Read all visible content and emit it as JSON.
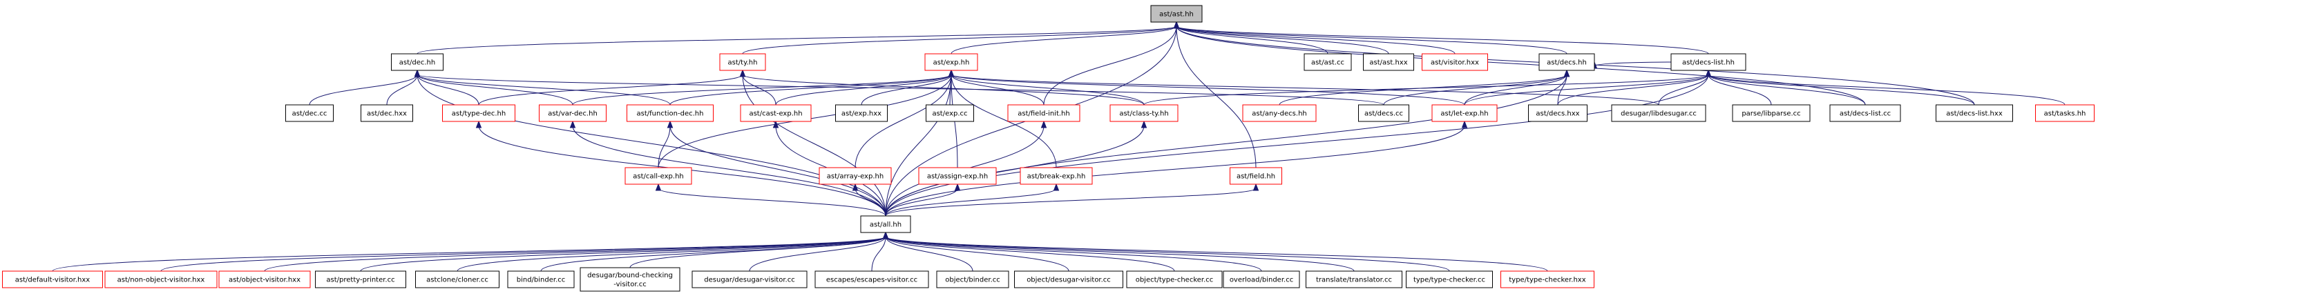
{
  "diagram": {
    "title": "",
    "colors": {
      "edge": "#191970",
      "red_border": "#ff0000",
      "black_border": "#000000",
      "root_fill": "#bfbfbf"
    },
    "nodes": [
      {
        "id": "ast_hh",
        "label": "ast/ast.hh",
        "border": "black",
        "root": true
      },
      {
        "id": "ast_cc",
        "label": "ast/ast.cc",
        "border": "black"
      },
      {
        "id": "ast_hxx",
        "label": "ast/ast.hxx",
        "border": "black"
      },
      {
        "id": "visitor_hxx",
        "label": "ast/visitor.hxx",
        "border": "red"
      },
      {
        "id": "dec_hh",
        "label": "ast/dec.hh",
        "border": "black"
      },
      {
        "id": "ty_hh",
        "label": "ast/ty.hh",
        "border": "red"
      },
      {
        "id": "exp_hh",
        "label": "ast/exp.hh",
        "border": "red"
      },
      {
        "id": "decs_hh",
        "label": "ast/decs.hh",
        "border": "black"
      },
      {
        "id": "decs_list_hh",
        "label": "ast/decs-list.hh",
        "border": "black"
      },
      {
        "id": "dec_cc",
        "label": "ast/dec.cc",
        "border": "black"
      },
      {
        "id": "dec_hxx",
        "label": "ast/dec.hxx",
        "border": "black"
      },
      {
        "id": "type_dec_hh",
        "label": "ast/type-dec.hh",
        "border": "red"
      },
      {
        "id": "var_dec_hh",
        "label": "ast/var-dec.hh",
        "border": "red"
      },
      {
        "id": "function_dec_hh",
        "label": "ast/function-dec.hh",
        "border": "red"
      },
      {
        "id": "cast_exp_hh",
        "label": "ast/cast-exp.hh",
        "border": "red"
      },
      {
        "id": "exp_hxx",
        "label": "ast/exp.hxx",
        "border": "black"
      },
      {
        "id": "exp_cc",
        "label": "ast/exp.cc",
        "border": "black"
      },
      {
        "id": "field_init_hh",
        "label": "ast/field-init.hh",
        "border": "red"
      },
      {
        "id": "class_ty_hh",
        "label": "ast/class-ty.hh",
        "border": "red"
      },
      {
        "id": "any_decs_hh",
        "label": "ast/any-decs.hh",
        "border": "red"
      },
      {
        "id": "decs_cc",
        "label": "ast/decs.cc",
        "border": "black"
      },
      {
        "id": "let_exp_hh",
        "label": "ast/let-exp.hh",
        "border": "red"
      },
      {
        "id": "decs_hxx",
        "label": "ast/decs.hxx",
        "border": "black"
      },
      {
        "id": "libdesugar_cc",
        "label": "desugar/libdesugar.cc",
        "border": "black"
      },
      {
        "id": "libparse_cc",
        "label": "parse/libparse.cc",
        "border": "black"
      },
      {
        "id": "decs_list_cc",
        "label": "ast/decs-list.cc",
        "border": "black"
      },
      {
        "id": "decs_list_hxx",
        "label": "ast/decs-list.hxx",
        "border": "black"
      },
      {
        "id": "tasks_hh",
        "label": "ast/tasks.hh",
        "border": "red"
      },
      {
        "id": "call_exp_hh",
        "label": "ast/call-exp.hh",
        "border": "red"
      },
      {
        "id": "array_exp_hh",
        "label": "ast/array-exp.hh",
        "border": "red"
      },
      {
        "id": "assign_exp_hh",
        "label": "ast/assign-exp.hh",
        "border": "red"
      },
      {
        "id": "break_exp_hh",
        "label": "ast/break-exp.hh",
        "border": "red"
      },
      {
        "id": "field_hh",
        "label": "ast/field.hh",
        "border": "red"
      },
      {
        "id": "all_hh",
        "label": "ast/all.hh",
        "border": "black"
      },
      {
        "id": "default_visitor_hxx",
        "label": "ast/default-visitor.hxx",
        "border": "red"
      },
      {
        "id": "non_object_visitor_hxx",
        "label": "ast/non-object-visitor.hxx",
        "border": "red"
      },
      {
        "id": "object_visitor_hxx",
        "label": "ast/object-visitor.hxx",
        "border": "red"
      },
      {
        "id": "pretty_printer_cc",
        "label": "ast/pretty-printer.cc",
        "border": "black"
      },
      {
        "id": "cloner_cc",
        "label": "astclone/cloner.cc",
        "border": "black"
      },
      {
        "id": "bind_binder_cc",
        "label": "bind/binder.cc",
        "border": "black"
      },
      {
        "id": "bounds_checking_cc",
        "label": "desugar/bound-checking",
        "label2": "-visitor.cc",
        "border": "black"
      },
      {
        "id": "desugar_visitor_cc",
        "label": "desugar/desugar-visitor.cc",
        "border": "black"
      },
      {
        "id": "escapes_visitor_cc",
        "label": "escapes/escapes-visitor.cc",
        "border": "black"
      },
      {
        "id": "object_binder_cc",
        "label": "object/binder.cc",
        "border": "black"
      },
      {
        "id": "object_desugar_visitor_cc",
        "label": "object/desugar-visitor.cc",
        "border": "black"
      },
      {
        "id": "object_type_checker_cc",
        "label": "object/type-checker.cc",
        "border": "black"
      },
      {
        "id": "overload_binder_cc",
        "label": "overload/binder.cc",
        "border": "black"
      },
      {
        "id": "translator_cc",
        "label": "translate/translator.cc",
        "border": "black"
      },
      {
        "id": "type_checker_cc",
        "label": "type/type-checker.cc",
        "border": "black"
      },
      {
        "id": "type_checker_hxx",
        "label": "type/type-checker.hxx",
        "border": "red"
      }
    ],
    "edges": [
      [
        "ast_hh",
        "ast_cc"
      ],
      [
        "ast_hh",
        "ast_hxx"
      ],
      [
        "ast_hh",
        "visitor_hxx"
      ],
      [
        "ast_hh",
        "dec_hh"
      ],
      [
        "ast_hh",
        "ty_hh"
      ],
      [
        "ast_hh",
        "exp_hh"
      ],
      [
        "ast_hh",
        "decs_hh"
      ],
      [
        "ast_hh",
        "decs_list_hh"
      ],
      [
        "ast_hh",
        "field_init_hh"
      ],
      [
        "ast_hh",
        "field_hh"
      ],
      [
        "ast_hh",
        "all_hh"
      ],
      [
        "ast_hh",
        "decs_list_hxx"
      ],
      [
        "ast_hh",
        "decs_list_cc"
      ],
      [
        "dec_hh",
        "dec_cc"
      ],
      [
        "dec_hh",
        "dec_hxx"
      ],
      [
        "dec_hh",
        "type_dec_hh"
      ],
      [
        "dec_hh",
        "var_dec_hh"
      ],
      [
        "dec_hh",
        "function_dec_hh"
      ],
      [
        "dec_hh",
        "all_hh"
      ],
      [
        "dec_hh",
        "decs_cc"
      ],
      [
        "ty_hh",
        "type_dec_hh"
      ],
      [
        "ty_hh",
        "cast_exp_hh"
      ],
      [
        "ty_hh",
        "class_ty_hh"
      ],
      [
        "ty_hh",
        "all_hh"
      ],
      [
        "exp_hh",
        "var_dec_hh"
      ],
      [
        "exp_hh",
        "function_dec_hh"
      ],
      [
        "exp_hh",
        "cast_exp_hh"
      ],
      [
        "exp_hh",
        "exp_hxx"
      ],
      [
        "exp_hh",
        "exp_cc"
      ],
      [
        "exp_hh",
        "field_init_hh"
      ],
      [
        "exp_hh",
        "class_ty_hh"
      ],
      [
        "exp_hh",
        "call_exp_hh"
      ],
      [
        "exp_hh",
        "array_exp_hh"
      ],
      [
        "exp_hh",
        "assign_exp_hh"
      ],
      [
        "exp_hh",
        "break_exp_hh"
      ],
      [
        "exp_hh",
        "let_exp_hh"
      ],
      [
        "exp_hh",
        "libdesugar_cc"
      ],
      [
        "exp_hh",
        "all_hh"
      ],
      [
        "decs_hh",
        "any_decs_hh"
      ],
      [
        "decs_hh",
        "decs_cc"
      ],
      [
        "decs_hh",
        "let_exp_hh"
      ],
      [
        "decs_hh",
        "decs_hxx"
      ],
      [
        "decs_hh",
        "all_hh"
      ],
      [
        "decs_hh",
        "decs_list_hh"
      ],
      [
        "decs_list_hh",
        "libdesugar_cc"
      ],
      [
        "decs_list_hh",
        "libparse_cc"
      ],
      [
        "decs_list_hh",
        "decs_list_cc"
      ],
      [
        "decs_list_hh",
        "decs_list_hxx"
      ],
      [
        "decs_list_hh",
        "tasks_hh"
      ],
      [
        "decs_list_hh",
        "decs_hxx"
      ],
      [
        "decs_list_hh",
        "class_ty_hh"
      ],
      [
        "decs_list_hh",
        "let_exp_hh"
      ],
      [
        "decs_list_hh",
        "all_hh"
      ],
      [
        "type_dec_hh",
        "all_hh"
      ],
      [
        "var_dec_hh",
        "all_hh"
      ],
      [
        "function_dec_hh",
        "call_exp_hh"
      ],
      [
        "function_dec_hh",
        "all_hh"
      ],
      [
        "cast_exp_hh",
        "all_hh"
      ],
      [
        "field_init_hh",
        "all_hh"
      ],
      [
        "class_ty_hh",
        "all_hh"
      ],
      [
        "let_exp_hh",
        "all_hh"
      ],
      [
        "call_exp_hh",
        "all_hh"
      ],
      [
        "array_exp_hh",
        "all_hh"
      ],
      [
        "assign_exp_hh",
        "all_hh"
      ],
      [
        "break_exp_hh",
        "all_hh"
      ],
      [
        "field_hh",
        "all_hh"
      ],
      [
        "all_hh",
        "default_visitor_hxx"
      ],
      [
        "all_hh",
        "non_object_visitor_hxx"
      ],
      [
        "all_hh",
        "object_visitor_hxx"
      ],
      [
        "all_hh",
        "pretty_printer_cc"
      ],
      [
        "all_hh",
        "cloner_cc"
      ],
      [
        "all_hh",
        "bind_binder_cc"
      ],
      [
        "all_hh",
        "bounds_checking_cc"
      ],
      [
        "all_hh",
        "desugar_visitor_cc"
      ],
      [
        "all_hh",
        "escapes_visitor_cc"
      ],
      [
        "all_hh",
        "object_binder_cc"
      ],
      [
        "all_hh",
        "object_desugar_visitor_cc"
      ],
      [
        "all_hh",
        "object_type_checker_cc"
      ],
      [
        "all_hh",
        "overload_binder_cc"
      ],
      [
        "all_hh",
        "translator_cc"
      ],
      [
        "all_hh",
        "type_checker_cc"
      ],
      [
        "all_hh",
        "type_checker_hxx"
      ]
    ]
  }
}
